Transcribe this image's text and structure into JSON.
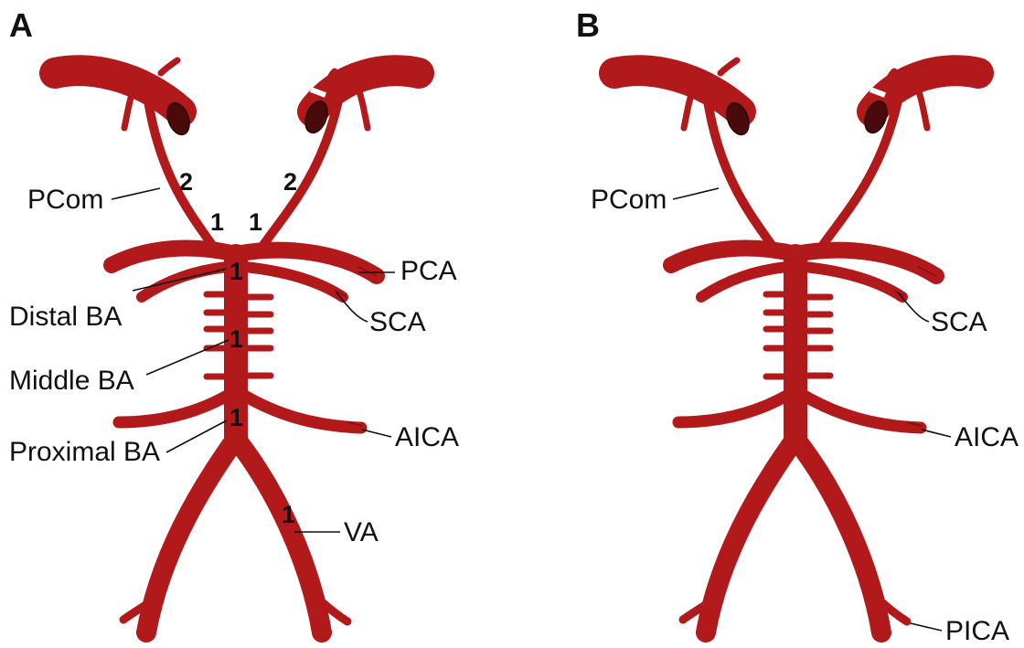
{
  "panels": {
    "a": {
      "letter": "A",
      "labels": {
        "pcom": "PCom",
        "pca": "PCA",
        "distal_ba": "Distal BA",
        "sca": "SCA",
        "middle_ba": "Middle BA",
        "aica": "AICA",
        "proximal_ba": "Proximal BA",
        "va": "VA"
      },
      "markers": {
        "left_pcom": "2",
        "right_pcom": "2",
        "left_p1": "1",
        "right_p1": "1",
        "distal_ba": "1",
        "middle_ba": "1",
        "proximal_ba": "1",
        "va": "1"
      }
    },
    "b": {
      "letter": "B",
      "labels": {
        "pcom": "PCom",
        "sca": "SCA",
        "aica": "AICA",
        "pica": "PICA"
      }
    }
  },
  "colors": {
    "vessel": "#b2191b",
    "vessel_dark": "#7a0d0f",
    "lumen": "#4a0a0c"
  }
}
